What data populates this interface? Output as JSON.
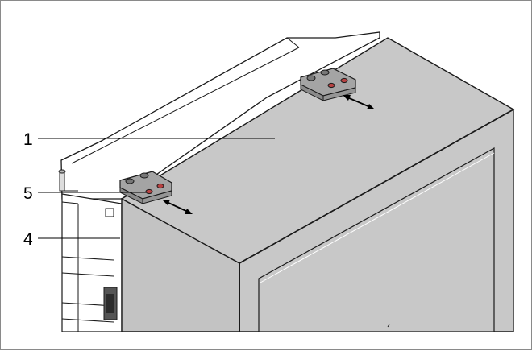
{
  "callouts": {
    "c1": "1",
    "c5": "5",
    "c4": "4"
  },
  "colors": {
    "panel": "#c8c8c8",
    "hinge": "#a4a4a4",
    "screw_red": "#b84242",
    "outline": "#1a1a1a"
  }
}
